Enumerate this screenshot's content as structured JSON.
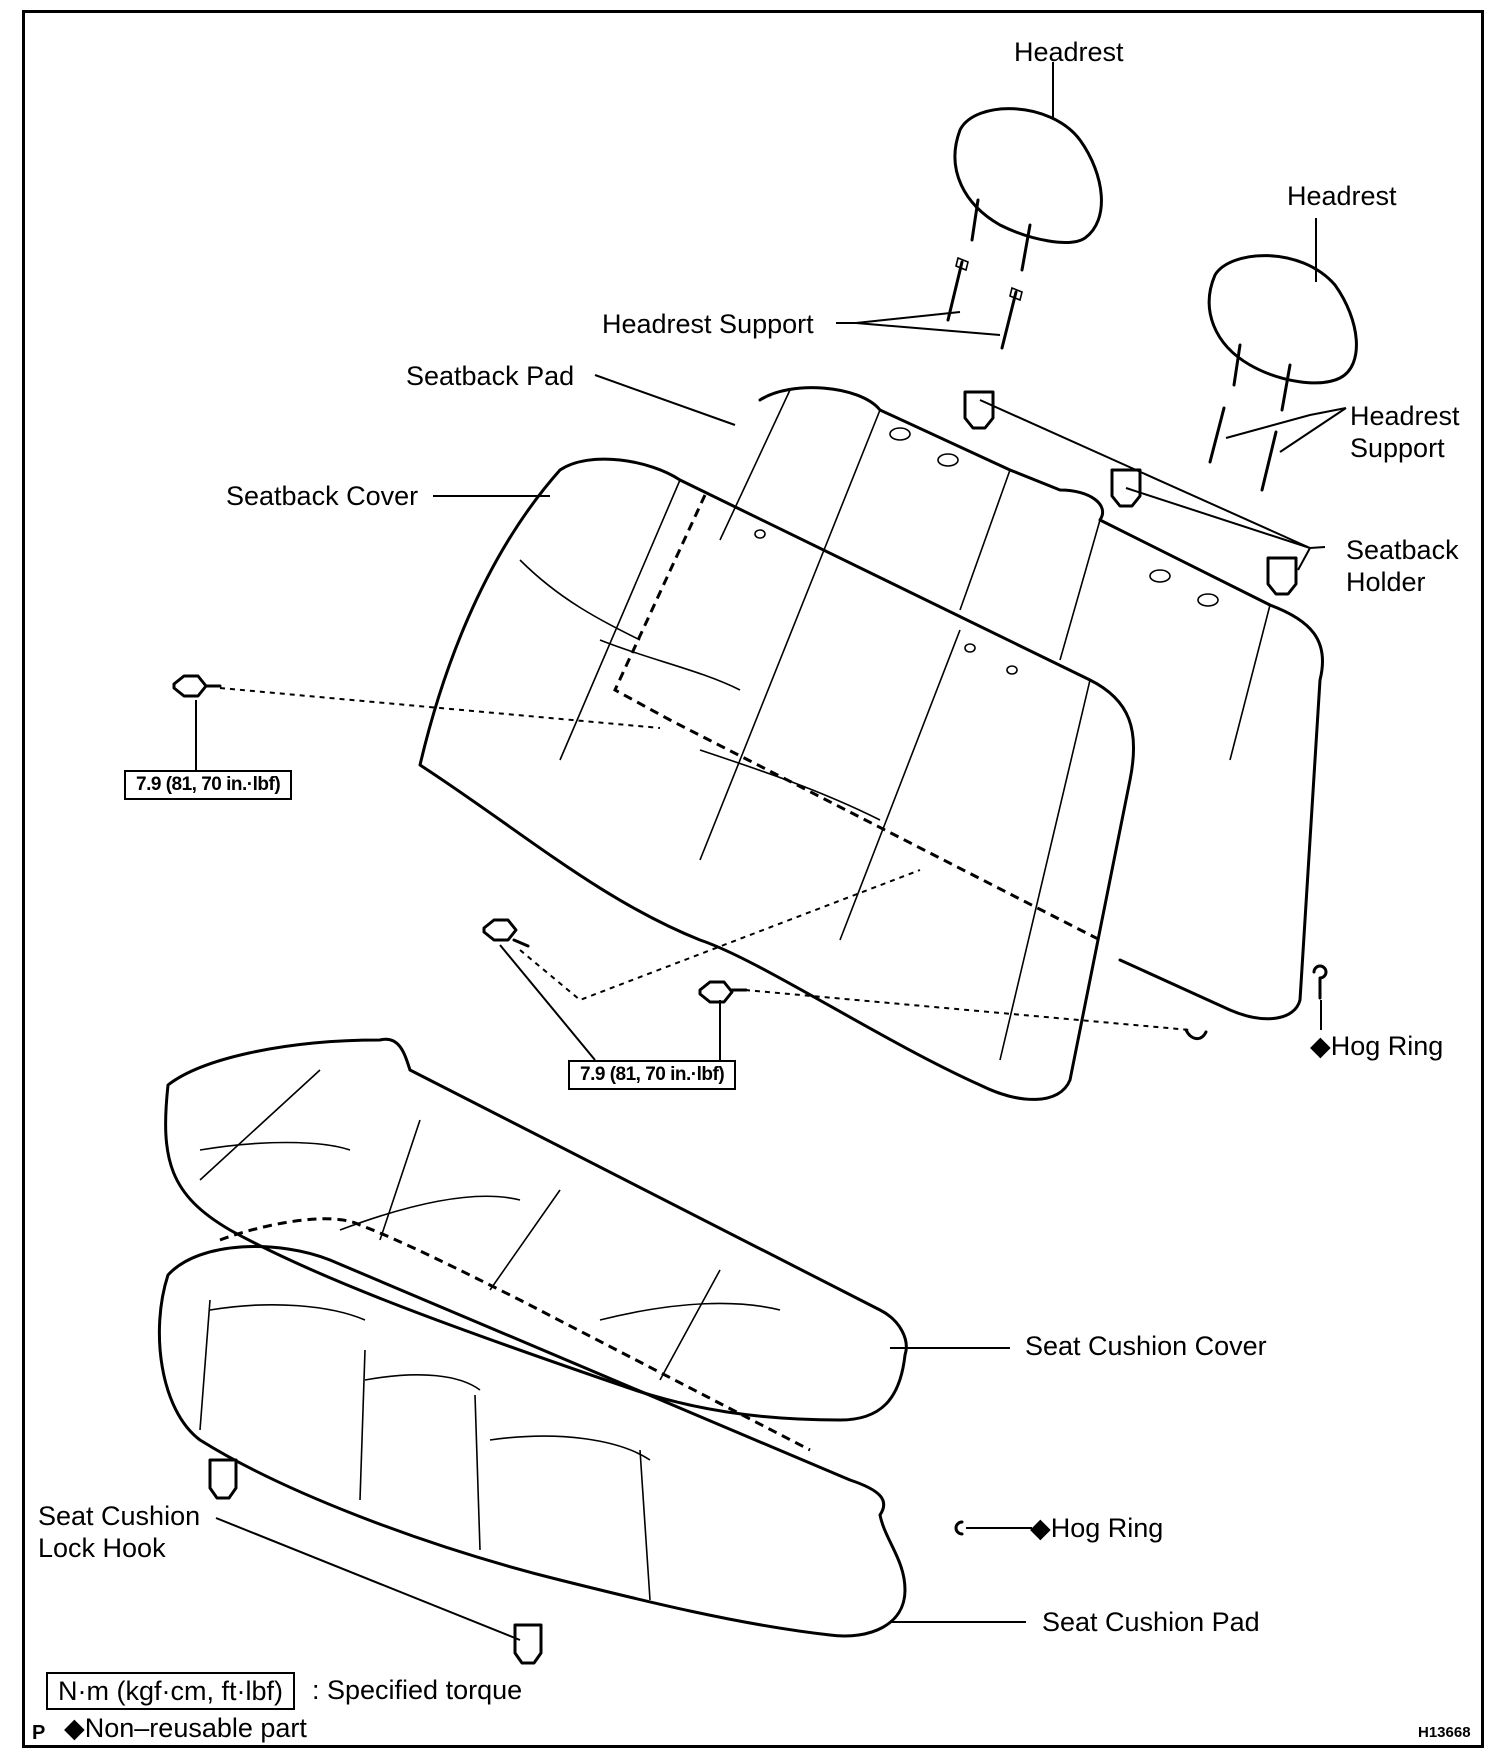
{
  "labels": {
    "headrest_top": "Headrest",
    "headrest_right": "Headrest",
    "headrest_support_left": "Headrest Support",
    "headrest_support_right_1": "Headrest",
    "headrest_support_right_2": "Support",
    "seatback_pad": "Seatback Pad",
    "seatback_cover": "Seatback Cover",
    "seatback_holder_1": "Seatback",
    "seatback_holder_2": "Holder",
    "hog_ring_upper": "◆Hog Ring",
    "hog_ring_lower": "◆Hog Ring",
    "seat_cushion_cover": "Seat Cushion Cover",
    "seat_cushion_lock_hook_1": "Seat Cushion",
    "seat_cushion_lock_hook_2": "Lock Hook",
    "seat_cushion_pad": "Seat Cushion Pad"
  },
  "torque": {
    "upper_left": "7.9 (81, 70 in.·lbf)",
    "lower_center": "7.9 (81, 70 in.·lbf)"
  },
  "legend": {
    "torque_box": "N·m (kgf·cm, ft·lbf)",
    "torque_text": ": Specified torque",
    "non_reusable": "◆Non–reusable part"
  },
  "corner": {
    "left": "P",
    "right": "H13668"
  }
}
